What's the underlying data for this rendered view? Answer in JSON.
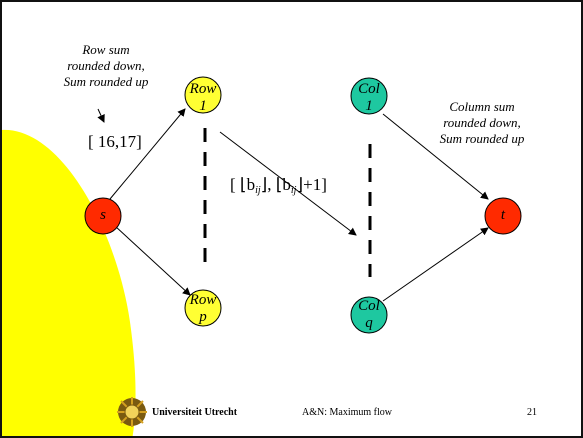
{
  "left_annotation": {
    "line1": "Row sum",
    "line2": "rounded down,",
    "line3": "Sum rounded up"
  },
  "left_capacity": "[ 16,17]",
  "right_annotation": {
    "line1": "Column sum",
    "line2": "rounded down,",
    "line3": "Sum rounded up"
  },
  "edge_label": {
    "open": "[ ",
    "lf1": "⌊",
    "b1": "b",
    "sub1": "ij",
    "rf1": "⌋",
    "sep": ", ",
    "lf2": "⌊",
    "b2": "b",
    "sub2": "ij",
    "rf2": "⌋",
    "tail": "+1]"
  },
  "nodes": {
    "s": "s",
    "t": "t",
    "row1": {
      "a": "Row",
      "b": "1"
    },
    "rowp": {
      "a": "Row",
      "b": "p"
    },
    "col1": {
      "a": "Col",
      "b": "1"
    },
    "colq": {
      "a": "Col",
      "b": "q"
    }
  },
  "footer": {
    "university": "Universiteit Utrecht",
    "course": "A&N: Maximum flow",
    "page": "21"
  },
  "colors": {
    "source_sink": "#ff2a00",
    "row_nodes": "#ffff33",
    "col_nodes": "#1ec8a0",
    "decor": "#ffff00"
  }
}
